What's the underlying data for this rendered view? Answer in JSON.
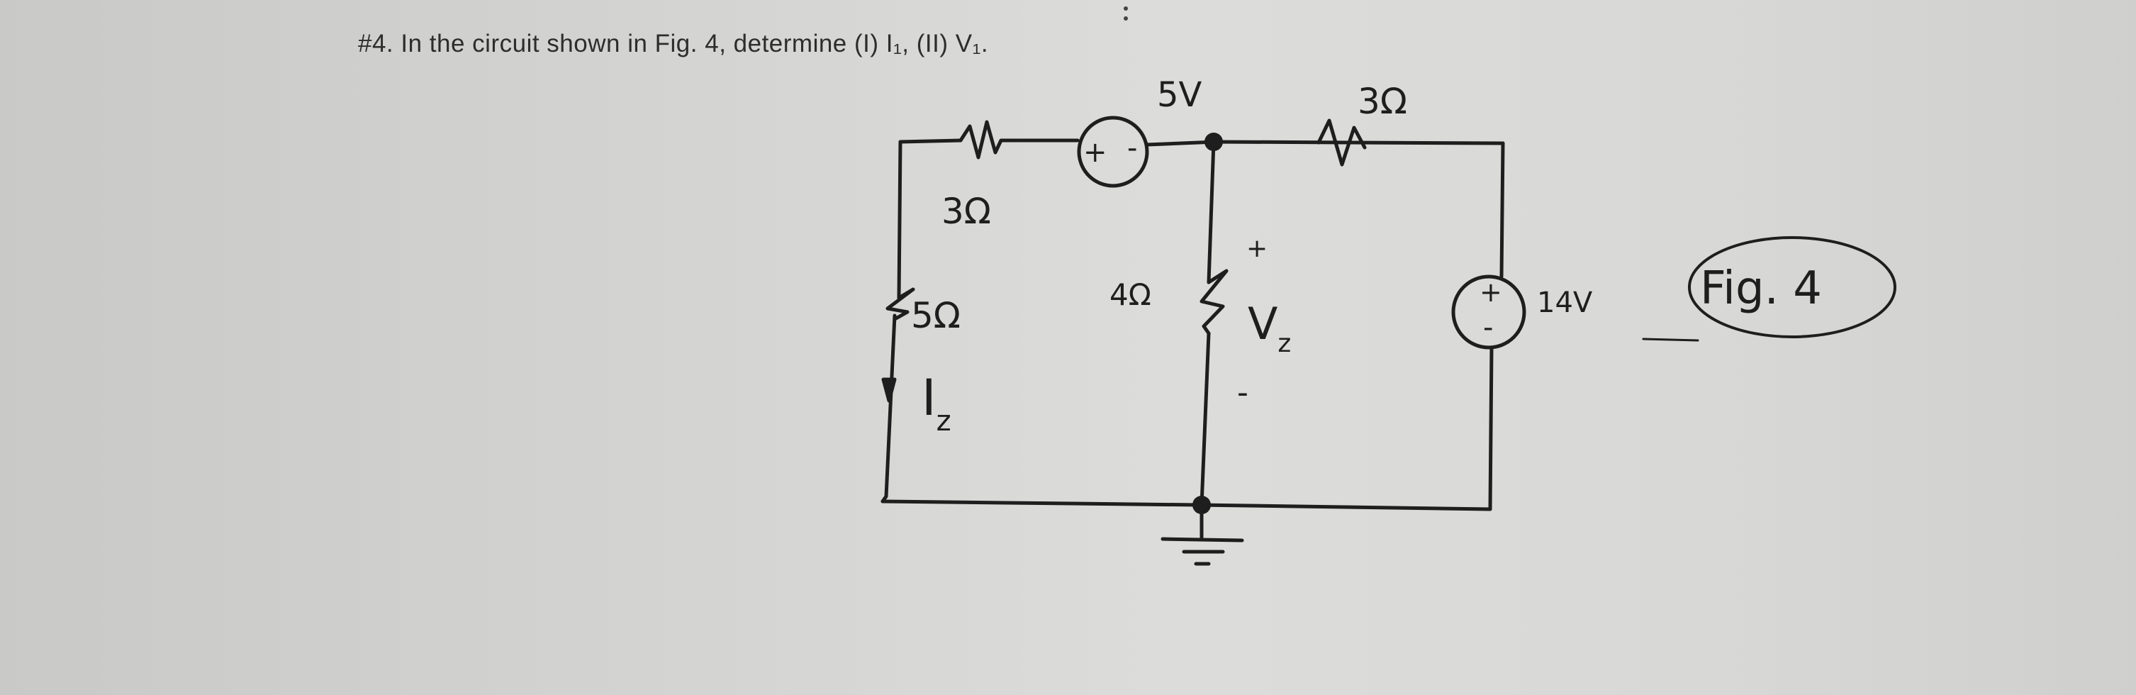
{
  "problem_text": "#4. In the circuit shown in Fig. 4, determine (I) I₁, (II) V₁.",
  "figure_label": "Fig. 4",
  "components": {
    "resistor_top_left": "3Ω",
    "resistor_left": "5Ω",
    "resistor_middle": "4Ω",
    "resistor_top_right": "3Ω",
    "voltage_source_top": "5V",
    "voltage_source_right": "14V",
    "source_top_plus": "+",
    "source_top_minus": "-",
    "source_right_plus": "+",
    "source_right_minus": "-"
  },
  "labels": {
    "current": "I",
    "current_sub": "z",
    "voltage": "V",
    "voltage_sub": "z",
    "vz_plus": "+",
    "vz_minus": "-"
  },
  "colors": {
    "ink": "#1e1e1e",
    "paper": "#d6d6d4"
  }
}
